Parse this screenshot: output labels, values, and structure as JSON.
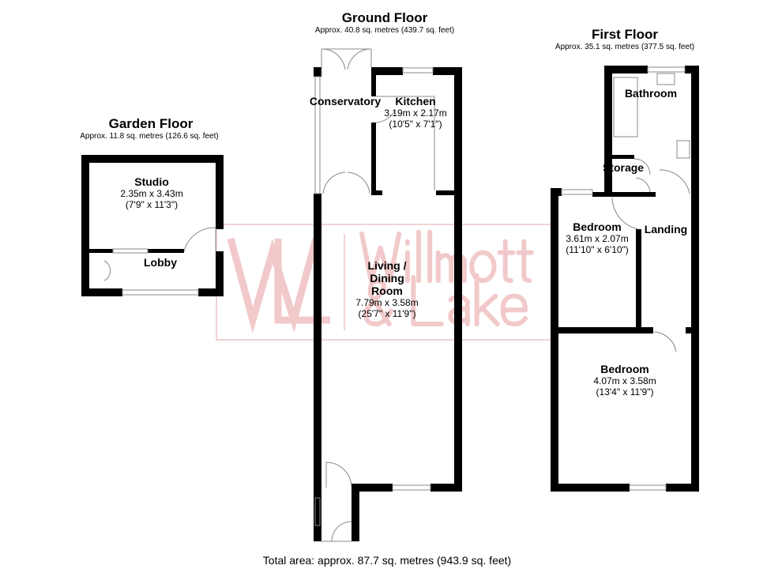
{
  "watermark": {
    "brand": "Willmott & Lake",
    "line1": "Willmott",
    "line2": "& Lake",
    "monogram": "WL",
    "color": "#e8a9ab"
  },
  "wall_color": "#000000",
  "floors": [
    {
      "title": "Garden Floor",
      "area": "Approx. 11.8 sq. metres (126.6 sq. feet)",
      "rooms": [
        {
          "name": "Studio",
          "metric": "2.35m x 3.43m",
          "imperial": "(7'9\" x 11'3\")"
        },
        {
          "name": "Lobby"
        }
      ]
    },
    {
      "title": "Ground Floor",
      "area": "Approx. 40.8 sq. metres (439.7 sq. feet)",
      "rooms": [
        {
          "name": "Conservatory"
        },
        {
          "name": "Kitchen",
          "metric": "3.19m x 2.17m",
          "imperial": "(10'5\" x 7'1\")"
        },
        {
          "name": "Living / Dining Room",
          "line1": "Living /",
          "line2": "Dining",
          "line3": "Room",
          "metric": "7.79m x 3.58m",
          "imperial": "(25'7\" x 11'9\")"
        }
      ]
    },
    {
      "title": "First Floor",
      "area": "Approx. 35.1 sq. metres (377.5 sq. feet)",
      "rooms": [
        {
          "name": "Bathroom"
        },
        {
          "name": "Storage"
        },
        {
          "name": "Bedroom",
          "metric": "3.61m x 2.07m",
          "imperial": "(11'10\" x 6'10\")"
        },
        {
          "name": "Landing"
        },
        {
          "name": "Bedroom",
          "metric": "4.07m x 3.58m",
          "imperial": "(13'4\" x 11'9\")"
        }
      ]
    }
  ],
  "total_area": "Total area: approx. 87.7 sq. metres (943.9 sq. feet)"
}
